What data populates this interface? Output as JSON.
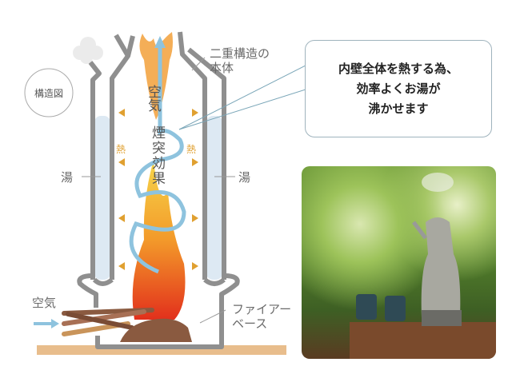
{
  "diagram": {
    "badge": "構造図",
    "double_wall_label": [
      "二重構造の",
      "本体"
    ],
    "air_top": "空気",
    "chimney_effect": [
      "煙",
      "突",
      "効",
      "果"
    ],
    "heat_label": "熱",
    "hot_water_label": "湯",
    "air_in_label": "空気",
    "fire_base_label": [
      "ファイアー",
      "ベース"
    ]
  },
  "callout": {
    "lines": [
      "内壁全体を熱する為、",
      "効率よくお湯が",
      "沸かせます"
    ]
  },
  "colors": {
    "wall": "#8f8f8f",
    "water": "#dde9f3",
    "air": "#8ec3de",
    "heat": "#e0a030",
    "ground": "#e8bd8c"
  }
}
